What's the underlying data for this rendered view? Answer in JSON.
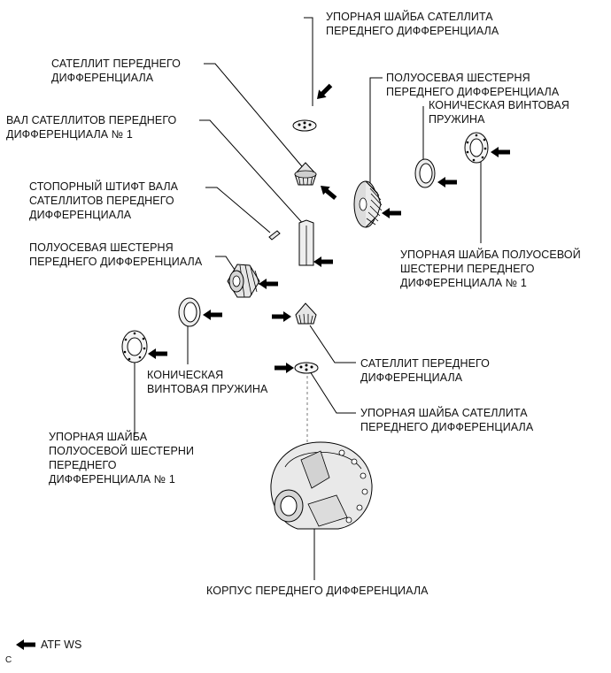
{
  "labels": {
    "pinion_washer_top": [
      "УПОРНАЯ ШАЙБА САТЕЛЛИТА",
      "ПЕРЕДНЕГО ДИФФЕРЕНЦИАЛА"
    ],
    "pinion_top": [
      "САТЕЛЛИТ ПЕРЕДНЕГО",
      "ДИФФЕРЕНЦИАЛА"
    ],
    "side_gear_right": [
      "ПОЛУОСЕВАЯ ШЕСТЕРНЯ",
      "ПЕРЕДНЕГО ДИФФЕРЕНЦИАЛА"
    ],
    "pinion_shaft": [
      "ВАЛ САТЕЛЛИТОВ ПЕРЕДНЕГО",
      "ДИФФЕРЕНЦИАЛА № 1"
    ],
    "spring_right": [
      "КОНИЧЕСКАЯ ВИНТОВАЯ",
      "ПРУЖИНА"
    ],
    "lock_pin": [
      "СТОПОРНЫЙ ШТИФТ ВАЛА",
      "САТЕЛЛИТОВ ПЕРЕДНЕГО",
      "ДИФФЕРЕНЦИАЛА"
    ],
    "side_gear_left": [
      "ПОЛУОСЕВАЯ ШЕСТЕРНЯ",
      "ПЕРЕДНЕГО ДИФФЕРЕНЦИАЛА"
    ],
    "side_washer_right": [
      "УПОРНАЯ ШАЙБА ПОЛУОСЕВОЙ",
      "ШЕСТЕРНИ ПЕРЕДНЕГО",
      "ДИФФЕРЕНЦИАЛА № 1"
    ],
    "pinion_bottom": [
      "САТЕЛЛИТ ПЕРЕДНЕГО",
      "ДИФФЕРЕНЦИАЛА"
    ],
    "spring_left": [
      "КОНИЧЕСКАЯ",
      "ВИНТОВАЯ ПРУЖИНА"
    ],
    "pinion_washer_bottom": [
      "УПОРНАЯ ШАЙБА САТЕЛЛИТА",
      "ПЕРЕДНЕГО ДИФФЕРЕНЦИАЛА"
    ],
    "side_washer_left": [
      "УПОРНАЯ ШАЙБА",
      "ПОЛУОСЕВОЙ ШЕСТЕРНИ",
      "ПЕРЕДНЕГО",
      "ДИФФЕРЕНЦИАЛА № 1"
    ],
    "case": [
      "КОРПУС ПЕРЕДНЕГО ДИФФЕРЕНЦИАЛА"
    ]
  },
  "legend": {
    "icon": "black-arrow-left-icon",
    "text": "ATF WS"
  },
  "figure_code": "C"
}
